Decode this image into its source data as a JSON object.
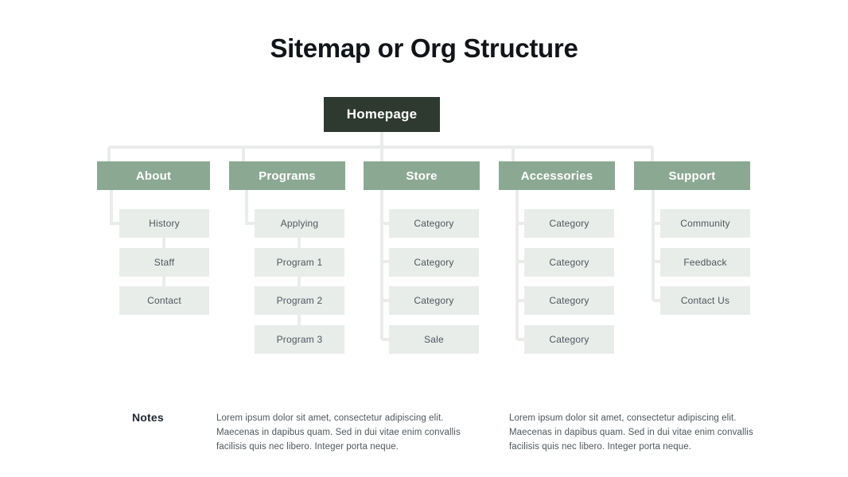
{
  "title": "Sitemap or Org Structure",
  "colors": {
    "root": "#2e392f",
    "branch": "#8ba893",
    "leaf": "#e9edea",
    "leaf_text": "#4d565c",
    "connector": "#e9ecea",
    "background": "#ffffff",
    "title_text": "#111418"
  },
  "root": {
    "label": "Homepage"
  },
  "columns": [
    {
      "id": "about",
      "label": "About",
      "children": [
        {
          "label": "History"
        },
        {
          "label": "Staff"
        },
        {
          "label": "Contact"
        }
      ]
    },
    {
      "id": "programs",
      "label": "Programs",
      "children": [
        {
          "label": "Applying"
        },
        {
          "label": "Program 1"
        },
        {
          "label": "Program 2"
        },
        {
          "label": "Program 3"
        }
      ]
    },
    {
      "id": "store",
      "label": "Store",
      "children": [
        {
          "label": "Category"
        },
        {
          "label": "Category"
        },
        {
          "label": "Category"
        },
        {
          "label": "Sale"
        }
      ]
    },
    {
      "id": "accessories",
      "label": "Accessories",
      "children": [
        {
          "label": "Category"
        },
        {
          "label": "Category"
        },
        {
          "label": "Category"
        },
        {
          "label": "Category"
        }
      ]
    },
    {
      "id": "support",
      "label": "Support",
      "children": [
        {
          "label": "Community"
        },
        {
          "label": "Feedback"
        },
        {
          "label": "Contact Us"
        }
      ]
    }
  ],
  "notes": {
    "label": "Notes",
    "paragraphs": [
      "Lorem ipsum dolor sit amet, consectetur adipiscing elit. Maecenas in dapibus quam. Sed in dui vitae enim convallis facilisis quis nec libero. Integer porta neque.",
      "Lorem ipsum dolor sit amet, consectetur adipiscing elit. Maecenas in dapibus quam. Sed in dui vitae enim convallis facilisis quis nec libero. Integer porta neque."
    ]
  }
}
